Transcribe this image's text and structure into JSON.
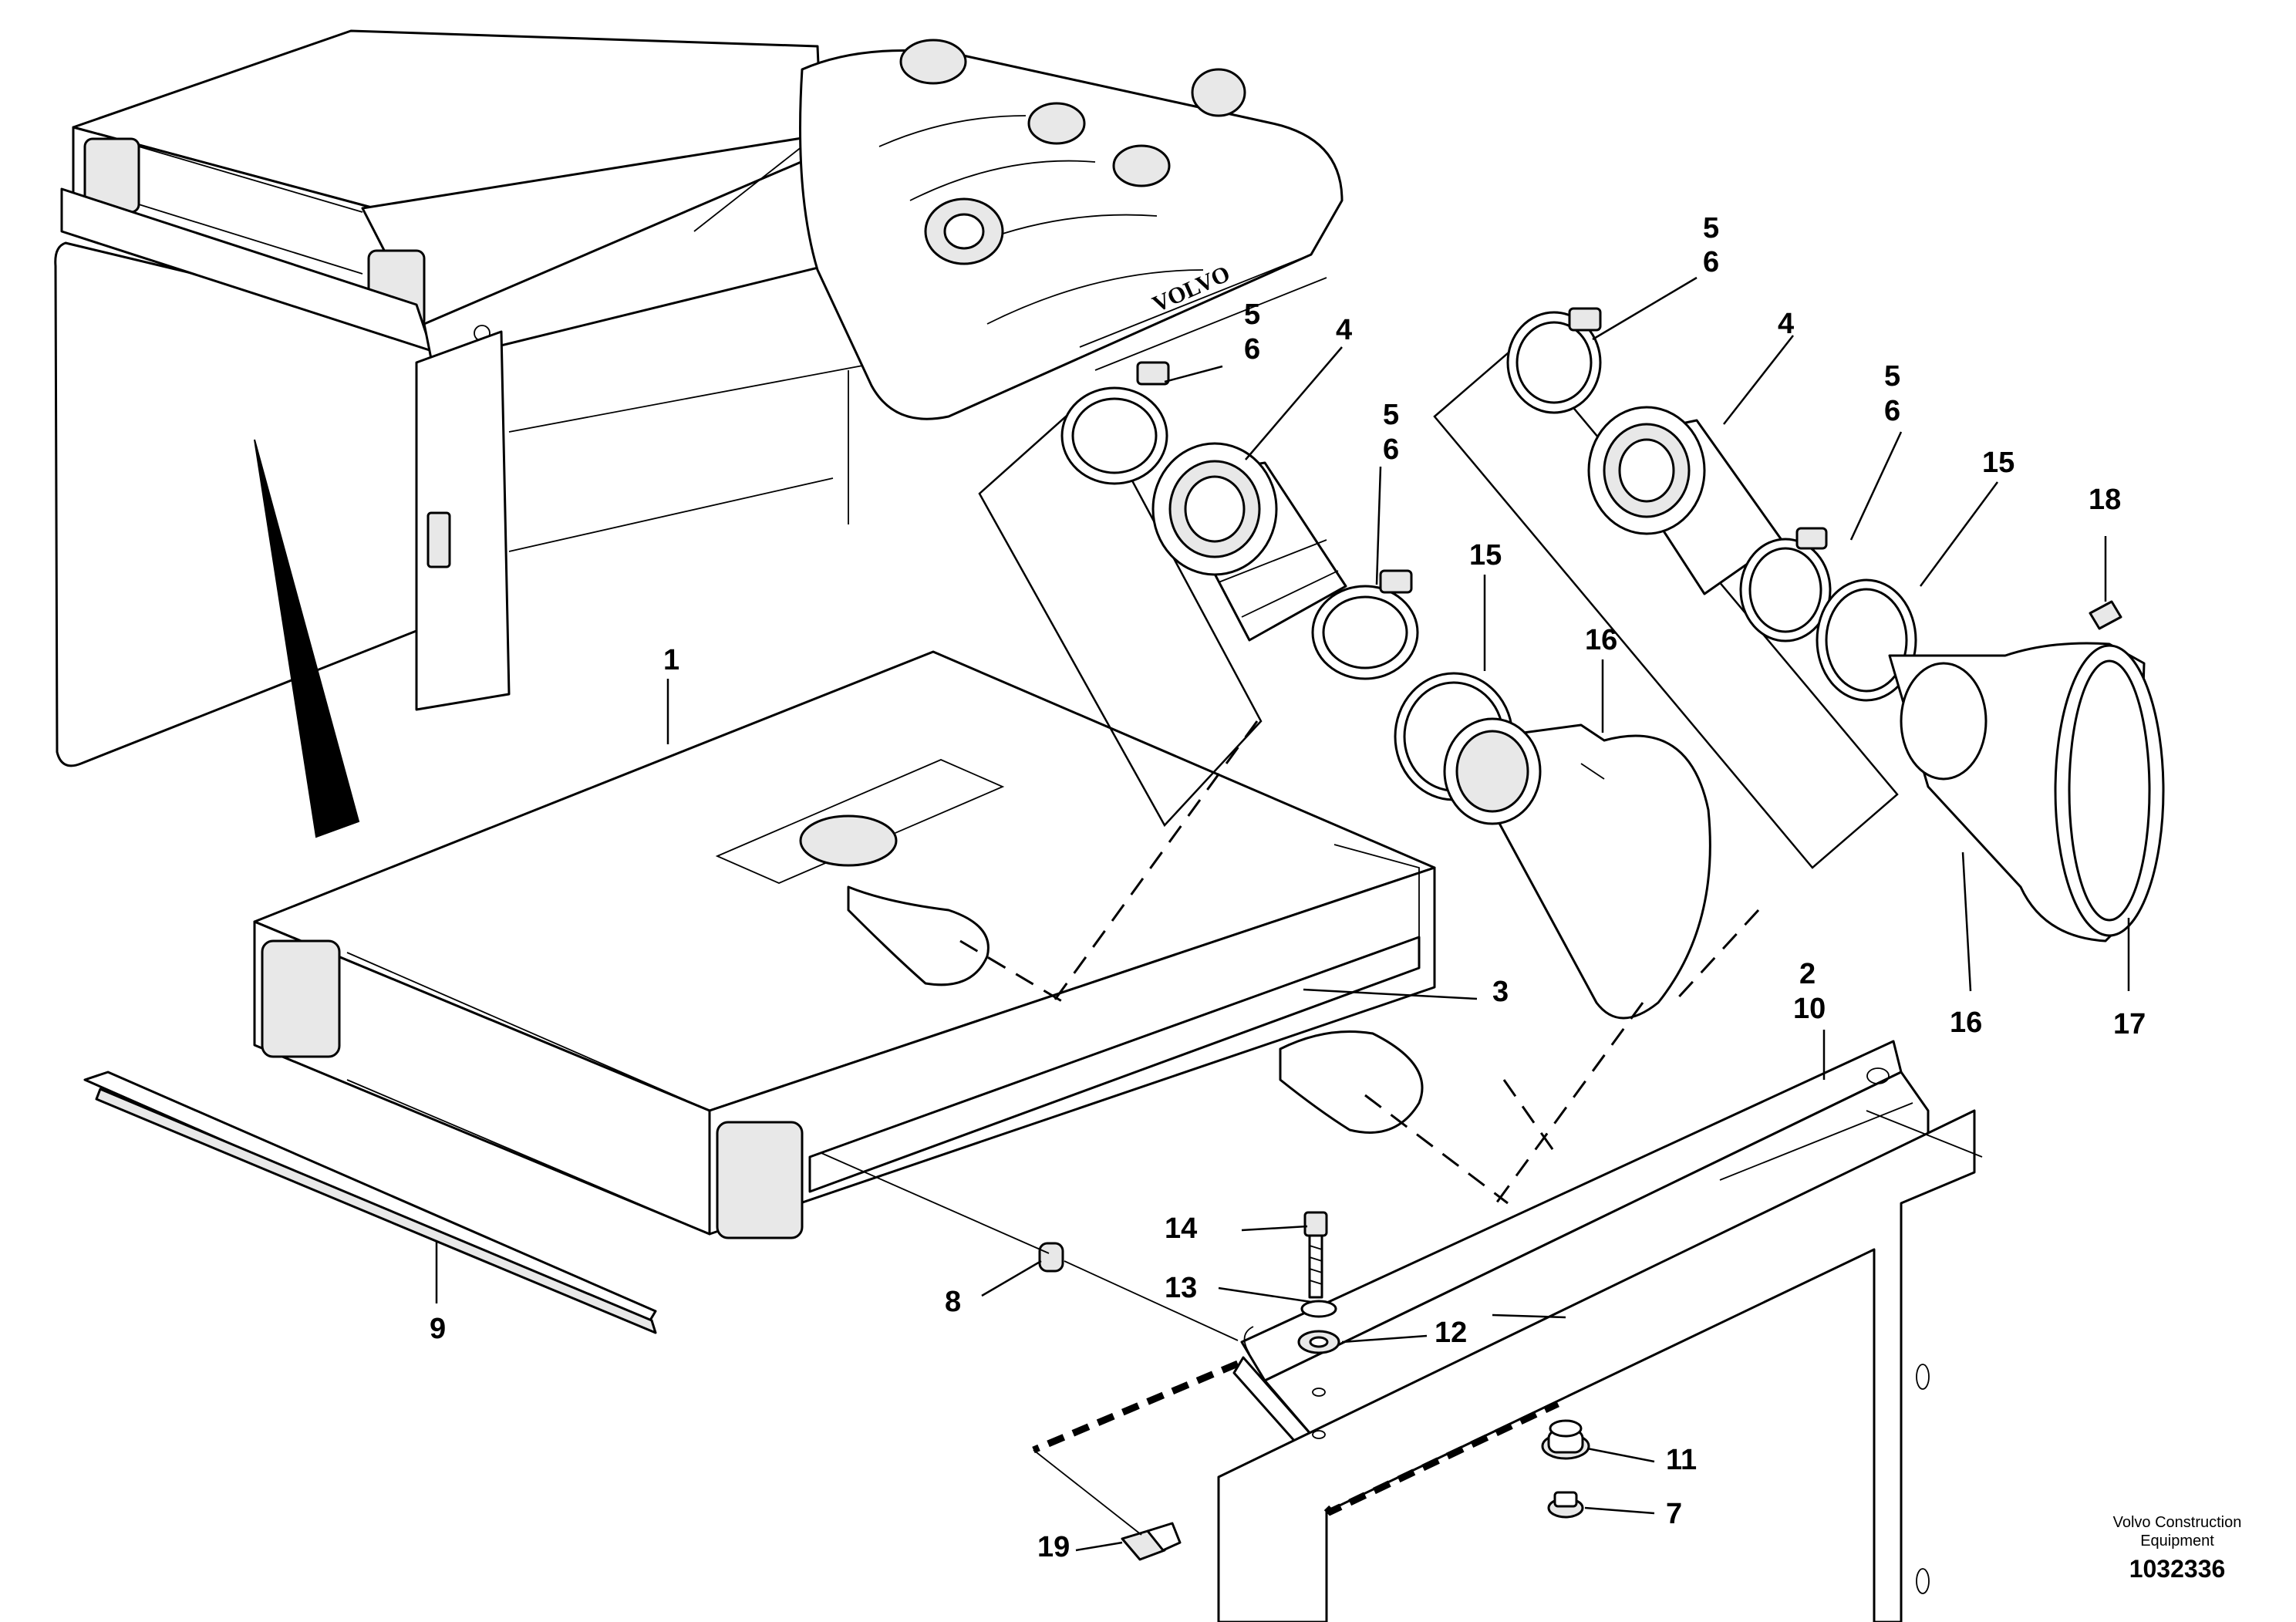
{
  "callouts": [
    {
      "id": "c1",
      "text": "1"
    },
    {
      "id": "c2",
      "text": "2"
    },
    {
      "id": "c10",
      "text": "10"
    },
    {
      "id": "c3",
      "text": "3"
    },
    {
      "id": "c4a",
      "text": "4"
    },
    {
      "id": "c4b",
      "text": "4"
    },
    {
      "id": "c5a",
      "text": "5"
    },
    {
      "id": "c6a",
      "text": "6"
    },
    {
      "id": "c5b",
      "text": "5"
    },
    {
      "id": "c6b",
      "text": "6"
    },
    {
      "id": "c5c",
      "text": "5"
    },
    {
      "id": "c6c",
      "text": "6"
    },
    {
      "id": "c5d",
      "text": "5"
    },
    {
      "id": "c6d",
      "text": "6"
    },
    {
      "id": "c7",
      "text": "7"
    },
    {
      "id": "c8",
      "text": "8"
    },
    {
      "id": "c9",
      "text": "9"
    },
    {
      "id": "c11",
      "text": "11"
    },
    {
      "id": "c12",
      "text": "12"
    },
    {
      "id": "c13",
      "text": "13"
    },
    {
      "id": "c14",
      "text": "14"
    },
    {
      "id": "c15a",
      "text": "15"
    },
    {
      "id": "c15b",
      "text": "15"
    },
    {
      "id": "c16a",
      "text": "16"
    },
    {
      "id": "c16b",
      "text": "16"
    },
    {
      "id": "c17",
      "text": "17"
    },
    {
      "id": "c18",
      "text": "18"
    },
    {
      "id": "c19",
      "text": "19"
    }
  ],
  "brand": {
    "line1": "Volvo Construction",
    "line2": "Equipment"
  },
  "document_number": "1032336",
  "engine_logo": "VOLVO"
}
